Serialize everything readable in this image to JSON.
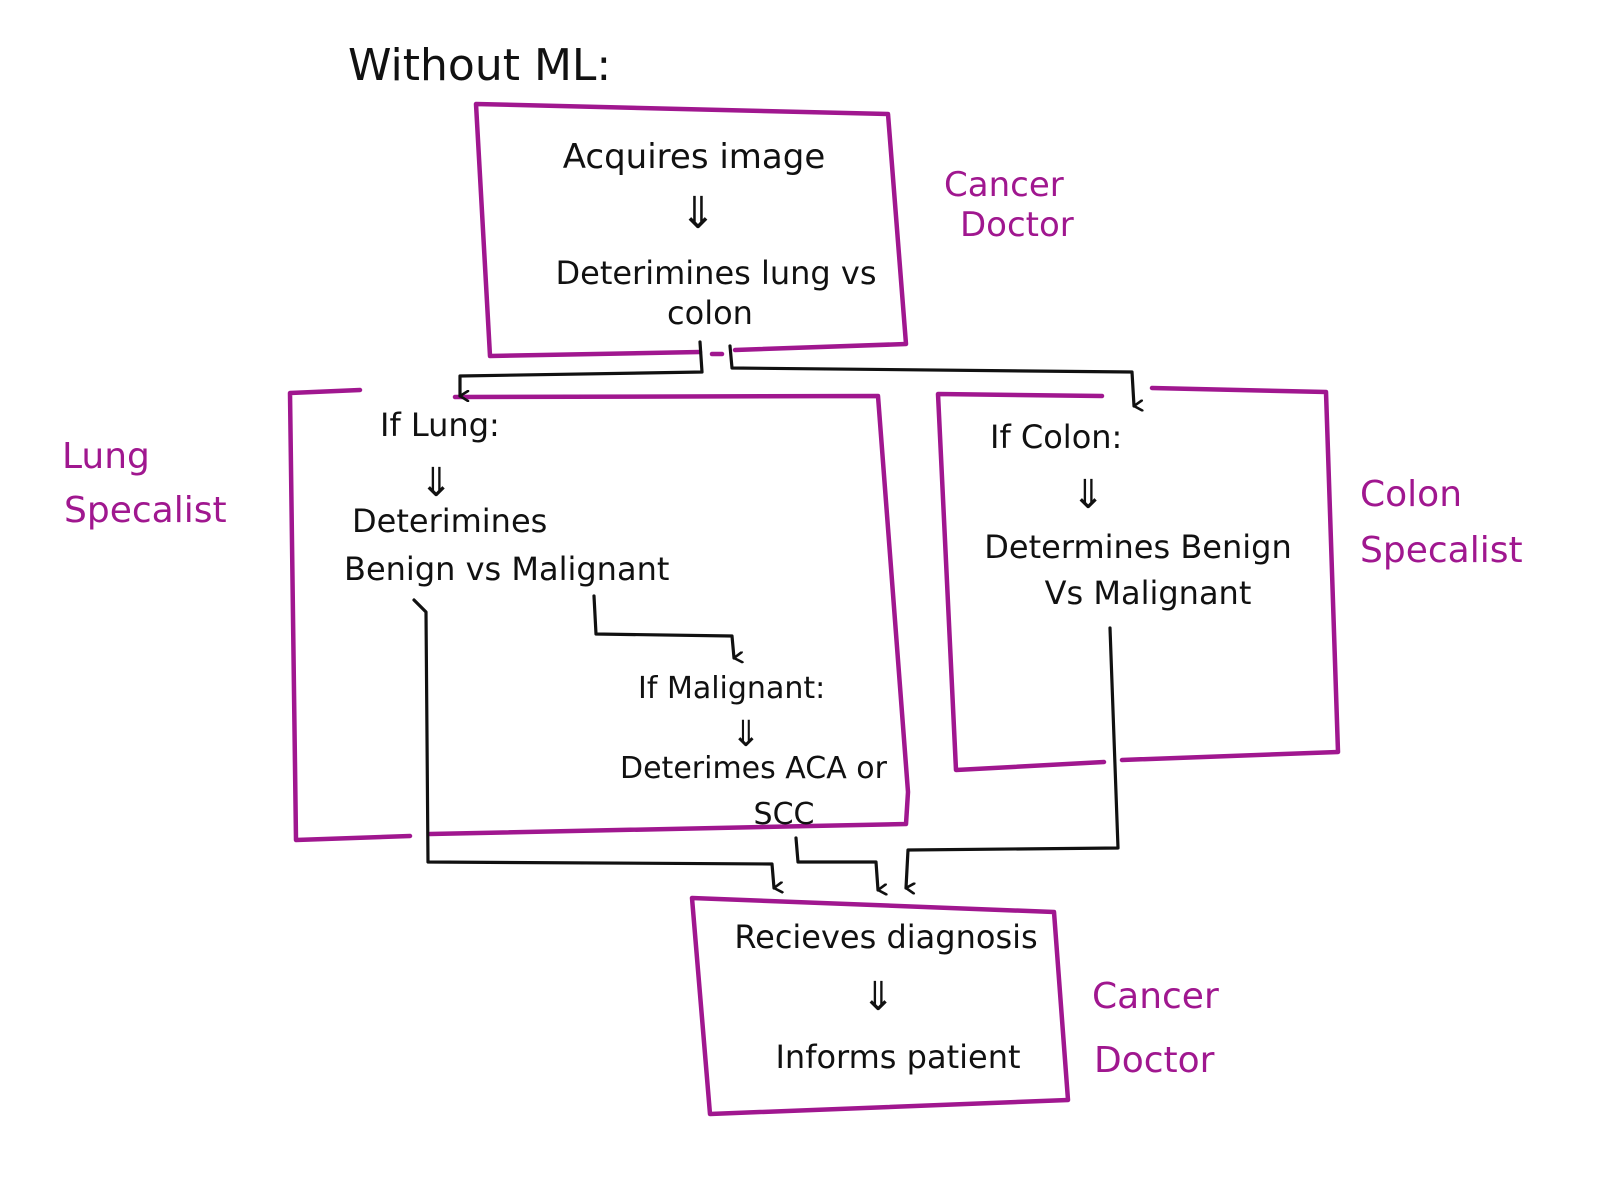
{
  "title": "Without ML:",
  "colors": {
    "box": "#a0178f",
    "role_label": "#a0178f",
    "ink": "#111111",
    "background": "#ffffff"
  },
  "top_box": {
    "role": [
      "Cancer",
      "Doctor"
    ],
    "step1": "Acquires image",
    "step2_line1": "Deterimines lung vs",
    "step2_line2": "colon"
  },
  "lung_box": {
    "role": [
      "Lung",
      "Specalist"
    ],
    "condition": "If Lung:",
    "step_line1": "Deterimines",
    "step_line2": "Benign vs Malignant",
    "sub_condition": "If Malignant:",
    "sub_step_line1": "Deterimes ACA or",
    "sub_step_line2": "SCC"
  },
  "colon_box": {
    "role": [
      "Colon",
      "Specalist"
    ],
    "condition": "If Colon:",
    "step_line1": "Determines Benign",
    "step_line2": "Vs Malignant"
  },
  "bottom_box": {
    "role": [
      "Cancer",
      "Doctor"
    ],
    "step1": "Recieves diagnosis",
    "step2": "Informs patient"
  },
  "symbols": {
    "implies": "⇓"
  }
}
